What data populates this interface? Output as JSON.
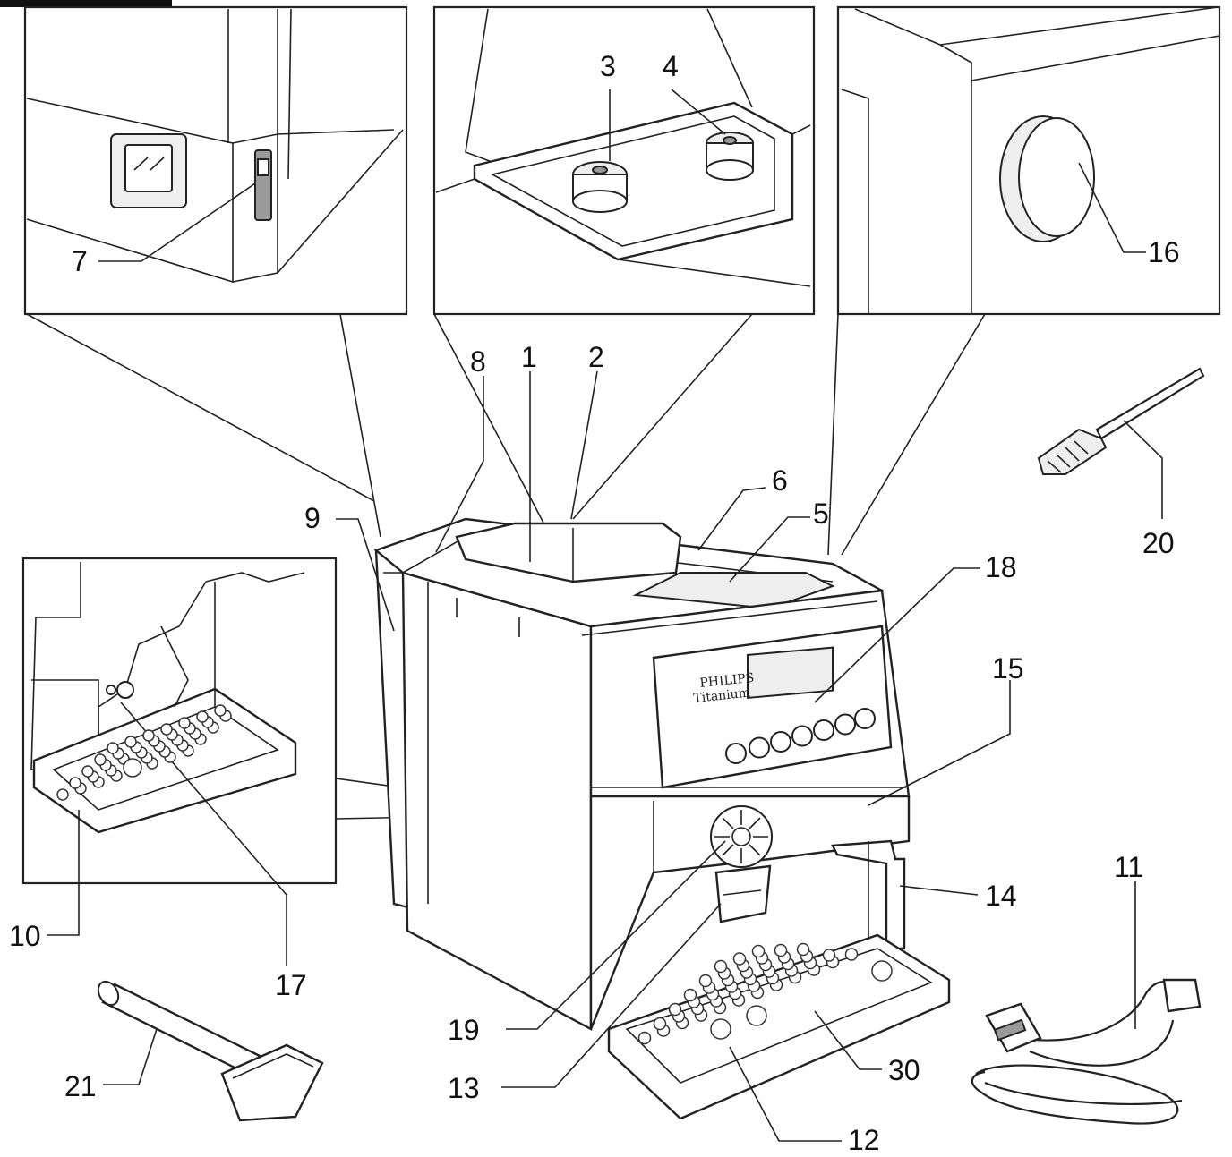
{
  "title": "",
  "callouts": {
    "c1": "1",
    "c2": "2",
    "c3": "3",
    "c4": "4",
    "c5": "5",
    "c6": "6",
    "c7": "7",
    "c8": "8",
    "c9": "9",
    "c10": "10",
    "c11": "11",
    "c12": "12",
    "c13": "13",
    "c14": "14",
    "c15": "15",
    "c16": "16",
    "c17": "17",
    "c18": "18",
    "c19": "19",
    "c20": "20",
    "c21": "21",
    "c30": "30"
  },
  "panel_brand": "Titanium",
  "panel_brand_small": "PHILIPS"
}
